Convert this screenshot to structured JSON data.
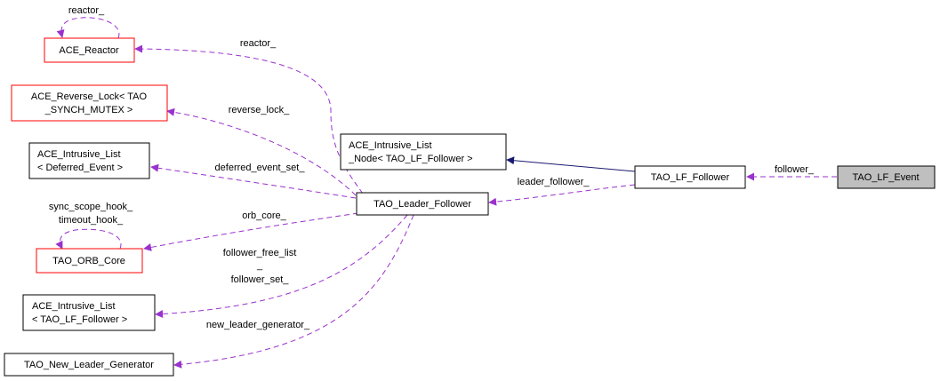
{
  "diagram": {
    "title": "Collaboration diagram for TAO_LF_Event",
    "colors": {
      "member_edge": "#9a32cd",
      "inherit_edge": "#191970",
      "node_border_default": "#000000",
      "node_border_truncated": "#ff0000",
      "focus_fill": "#bfbfbf"
    },
    "nodes": [
      {
        "id": "ace_reactor",
        "lines": [
          "ACE_Reactor"
        ],
        "style": "truncated"
      },
      {
        "id": "ace_reverse_lock",
        "lines": [
          "ACE_Reverse_Lock< TAO",
          "_SYNCH_MUTEX >"
        ],
        "style": "truncated"
      },
      {
        "id": "ace_intrusive_list_deferred",
        "lines": [
          "ACE_Intrusive_List",
          "< Deferred_Event >"
        ],
        "style": "normal"
      },
      {
        "id": "tao_orb_core",
        "lines": [
          "TAO_ORB_Core"
        ],
        "style": "truncated"
      },
      {
        "id": "ace_intrusive_list_follower",
        "lines": [
          "ACE_Intrusive_List",
          "< TAO_LF_Follower >"
        ],
        "style": "normal"
      },
      {
        "id": "tao_new_leader_generator",
        "lines": [
          "TAO_New_Leader_Generator"
        ],
        "style": "normal"
      },
      {
        "id": "ace_intrusive_list_node",
        "lines": [
          "ACE_Intrusive_List",
          "_Node< TAO_LF_Follower >"
        ],
        "style": "normal"
      },
      {
        "id": "tao_leader_follower",
        "lines": [
          "TAO_Leader_Follower"
        ],
        "style": "normal"
      },
      {
        "id": "tao_lf_follower",
        "lines": [
          "TAO_LF_Follower"
        ],
        "style": "normal"
      },
      {
        "id": "tao_lf_event",
        "lines": [
          "TAO_LF_Event"
        ],
        "style": "focus"
      }
    ],
    "edges": [
      {
        "from": "ace_reactor",
        "to": "ace_reactor",
        "kind": "member",
        "label": [
          "reactor_"
        ]
      },
      {
        "from": "tao_orb_core",
        "to": "tao_orb_core",
        "kind": "member",
        "label": [
          "sync_scope_hook_",
          "timeout_hook_"
        ]
      },
      {
        "from": "tao_leader_follower",
        "to": "ace_reactor",
        "kind": "member",
        "label": [
          "reactor_"
        ]
      },
      {
        "from": "tao_leader_follower",
        "to": "ace_reverse_lock",
        "kind": "member",
        "label": [
          "reverse_lock_"
        ]
      },
      {
        "from": "tao_leader_follower",
        "to": "ace_intrusive_list_deferred",
        "kind": "member",
        "label": [
          "deferred_event_set_"
        ]
      },
      {
        "from": "tao_leader_follower",
        "to": "tao_orb_core",
        "kind": "member",
        "label": [
          "orb_core_"
        ]
      },
      {
        "from": "tao_leader_follower",
        "to": "ace_intrusive_list_follower",
        "kind": "member",
        "label": [
          "follower_free_list",
          "_",
          "follower_set_"
        ]
      },
      {
        "from": "tao_leader_follower",
        "to": "tao_new_leader_generator",
        "kind": "member",
        "label": [
          "new_leader_generator_"
        ]
      },
      {
        "from": "tao_lf_follower",
        "to": "ace_intrusive_list_node",
        "kind": "inherit",
        "label": []
      },
      {
        "from": "tao_lf_follower",
        "to": "tao_leader_follower",
        "kind": "member",
        "label": [
          "leader_follower_"
        ]
      },
      {
        "from": "tao_lf_event",
        "to": "tao_lf_follower",
        "kind": "member",
        "label": [
          "follower_"
        ]
      }
    ]
  }
}
